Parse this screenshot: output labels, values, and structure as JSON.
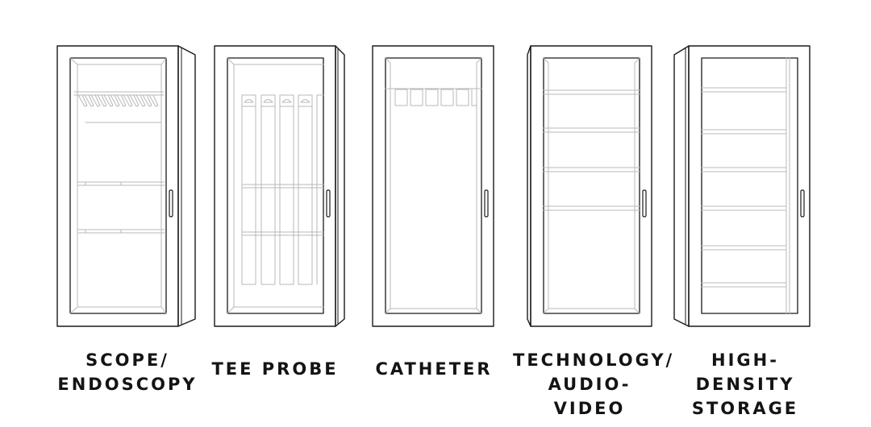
{
  "colors": {
    "outline": "#1a1a1a",
    "interior": "#b8b8b8",
    "caption": "#141414",
    "background": "#ffffff"
  },
  "cabinets": [
    {
      "id": "scope",
      "lines": [
        "SCOPE/",
        "ENDOSCOPY"
      ]
    },
    {
      "id": "tee",
      "lines": [
        "TEE PROBE"
      ]
    },
    {
      "id": "catheter",
      "lines": [
        "CATHETER"
      ]
    },
    {
      "id": "technology",
      "lines": [
        "TECHNOLOGY/",
        "AUDIO-VIDEO"
      ]
    },
    {
      "id": "storage",
      "lines": [
        "HIGH-DENSITY",
        "STORAGE"
      ]
    }
  ]
}
